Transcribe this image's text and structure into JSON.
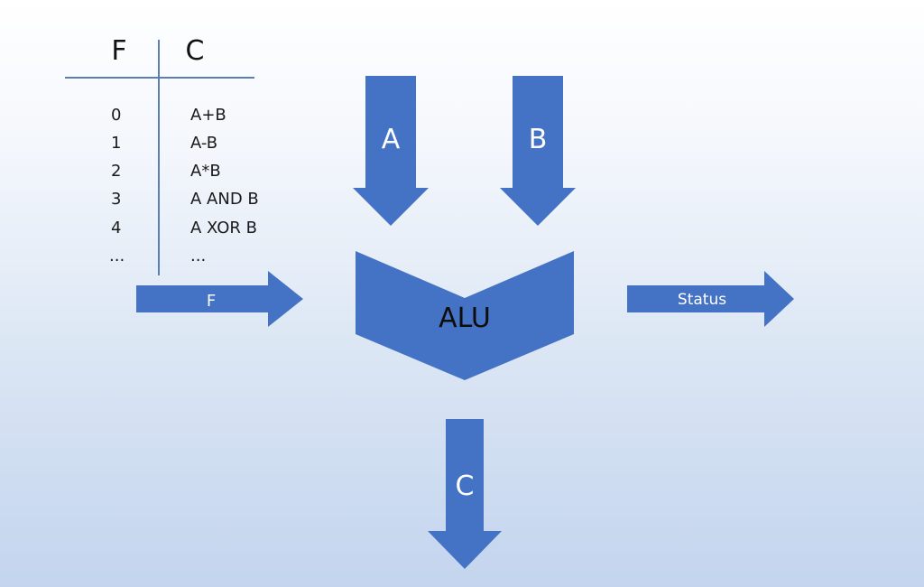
{
  "colors": {
    "shape_fill": "#4472c4",
    "line": "#5b7fb5",
    "arrow_text": "#ffffff",
    "alu_text": "#0d0d0d"
  },
  "table": {
    "headers": [
      "F",
      "C"
    ],
    "rows": [
      {
        "f": "0",
        "c": "A+B"
      },
      {
        "f": "1",
        "c": "A-B"
      },
      {
        "f": "2",
        "c": "A*B"
      },
      {
        "f": "3",
        "c": "A AND B"
      },
      {
        "f": "4",
        "c": "A XOR B"
      },
      {
        "f": "...",
        "c": "..."
      }
    ]
  },
  "arrows": {
    "input_a": "A",
    "input_b": "B",
    "function_select": "F",
    "status": "Status",
    "output": "C"
  },
  "alu": {
    "label": "ALU"
  }
}
